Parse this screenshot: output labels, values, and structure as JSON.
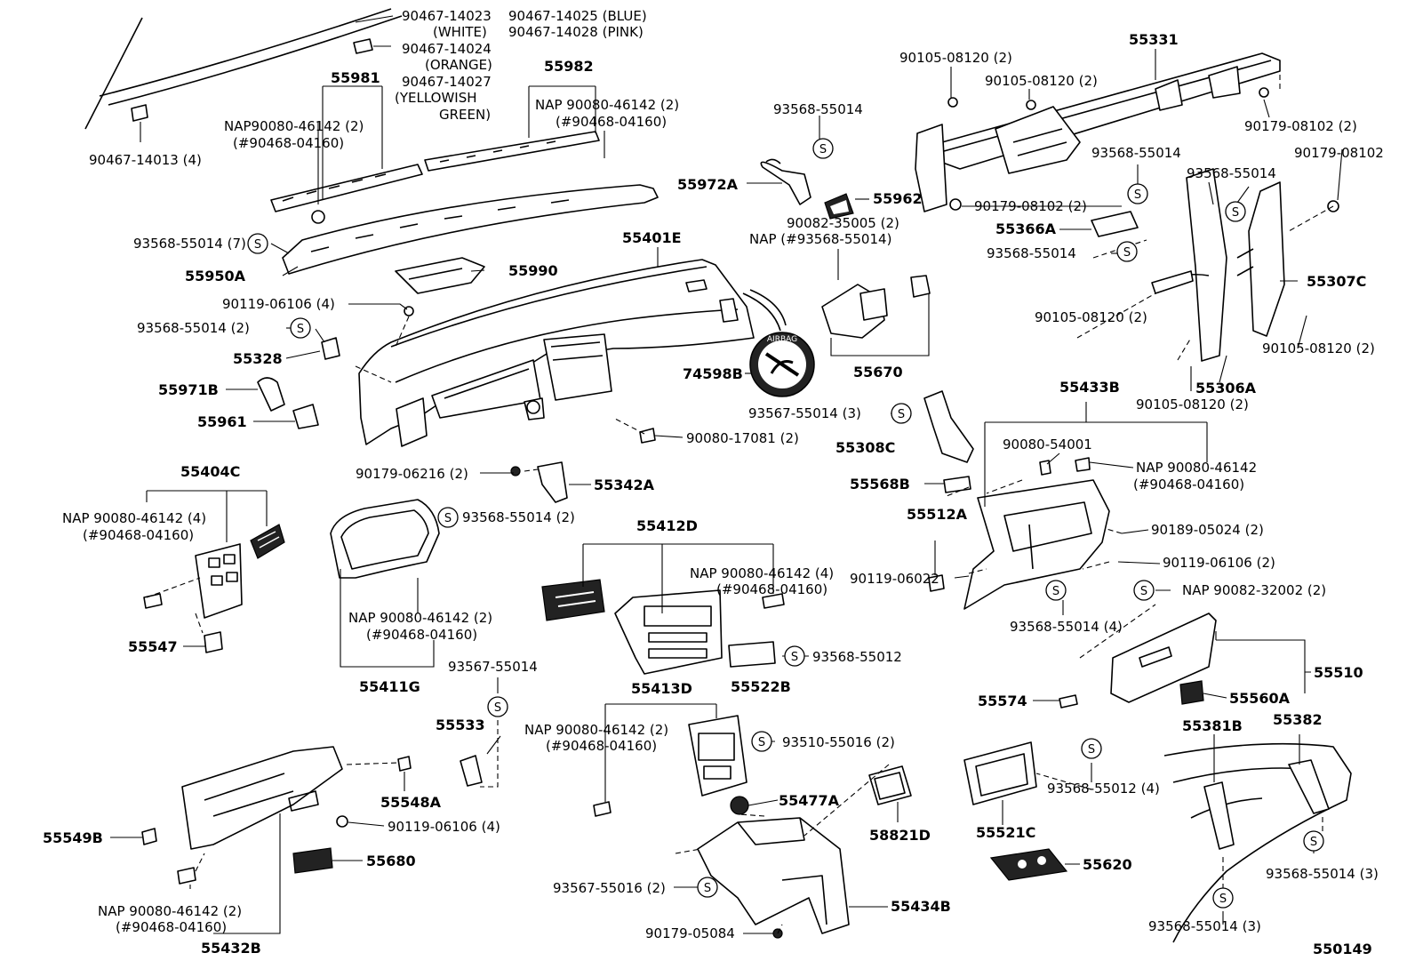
{
  "diagram": {
    "labels": {
      "p90467_14023": "90467-14023",
      "white": "(WHITE)",
      "p90467_14024": "90467-14024",
      "orange": "(ORANGE)",
      "p90467_14027": "90467-14027",
      "yellowish": "(YELLOWISH",
      "green": "GREEN)",
      "p90467_14025": "90467-14025 (BLUE)",
      "p90467_14028": "90467-14028 (PINK)",
      "p90467_14013": "90467-14013 (4)",
      "p55981": "55981",
      "nap_a1": "NAP90080-46142 (2)",
      "nap_a2": "(#90468-04160)",
      "p55982": "55982",
      "nap_b1": "NAP 90080-46142 (2)",
      "nap_b2": "(#90468-04160)",
      "p93568_55014_7": "93568-55014 (7)",
      "p55950A": "55950A",
      "p55990": "55990",
      "p55401E": "55401E",
      "p90119_06106_4a": "90119-06106 (4)",
      "p93568_55014_2a": "93568-55014 (2)",
      "p55328": "55328",
      "p55971B": "55971B",
      "p55961": "55961",
      "p93568_55014_top": "93568-55014",
      "p55972A": "55972A",
      "p55962": "55962",
      "p90082_35005": "90082-35005 (2)",
      "nap_c": "NAP (#93568-55014)",
      "p74598B": "74598B",
      "p55670": "55670",
      "airbag": "AIRBAG",
      "p90105_08120_2a": "90105-08120 (2)",
      "p90105_08120_2b": "90105-08120 (2)",
      "p55331": "55331",
      "p90179_08102_2a": "90179-08102 (2)",
      "p93568_55014_r1": "93568-55014",
      "p90179_08102": "90179-08102",
      "p90179_08102_2b": "90179-08102 (2)",
      "p93568_55014_r2": "93568-55014",
      "p55366A": "55366A",
      "p93568_55014_r3": "93568-55014",
      "p55307C": "55307C",
      "p90105_08120_2c": "90105-08120 (2)",
      "p90105_08120_2d": "90105-08120 (2)",
      "p55306A": "55306A",
      "p90105_08120_2e": "90105-08120 (2)",
      "p90080_17081": "90080-17081 (2)",
      "p90179_06216": "90179-06216 (2)",
      "p55342A": "55342A",
      "p55404C": "55404C",
      "nap_d1": "NAP 90080-46142 (4)",
      "nap_d2": "(#90468-04160)",
      "p55547": "55547",
      "p93568_55014_2b": "93568-55014 (2)",
      "nap_e1": "NAP 90080-46142 (2)",
      "nap_e2": "(#90468-04160)",
      "p55411G": "55411G",
      "p55412D": "55412D",
      "nap_f1": "NAP 90080-46142 (4)",
      "nap_f2": "(#90468-04160)",
      "p55522B": "55522B",
      "p93568_55012": "93568-55012",
      "p93567_55014_3": "93567-55014 (3)",
      "p55433B": "55433B",
      "p55308C": "55308C",
      "p90080_54001": "90080-54001",
      "nap_g1": "NAP 90080-46142",
      "nap_g2": "(#90468-04160)",
      "p55568B": "55568B",
      "p55512A": "55512A",
      "p90189_05024": "90189-05024 (2)",
      "p90119_06022": "90119-06022",
      "p90119_06106_2": "90119-06106 (2)",
      "p93568_55014_4": "93568-55014 (4)",
      "nap_h": "NAP 90082-32002 (2)",
      "p55510": "55510",
      "p55574": "55574",
      "p55560A": "55560A",
      "p93567_55014": "93567-55014",
      "p55533": "55533",
      "p55413D": "55413D",
      "nap_i1": "NAP 90080-46142 (2)",
      "nap_i2": "(#90468-04160)",
      "p93510_55016": "93510-55016 (2)",
      "p55477A": "55477A",
      "p58821D": "58821D",
      "p55548A": "55548A",
      "p55549B": "55549B",
      "p90119_06106_4b": "90119-06106 (4)",
      "p55680": "55680",
      "nap_j1": "NAP 90080-46142 (2)",
      "nap_j2": "(#90468-04160)",
      "p55432B": "55432B",
      "p93567_55016": "93567-55016 (2)",
      "p90179_05084": "90179-05084",
      "p55434B": "55434B",
      "p55521C": "55521C",
      "p93568_55012_4": "93568-55012 (4)",
      "p55620": "55620",
      "p55381B": "55381B",
      "p55382": "55382",
      "p93568_55014_3a": "93568-55014 (3)",
      "p93568_55014_3b": "93568-55014 (3)",
      "p550149": "550149"
    },
    "symbols": {
      "s": "S"
    }
  }
}
